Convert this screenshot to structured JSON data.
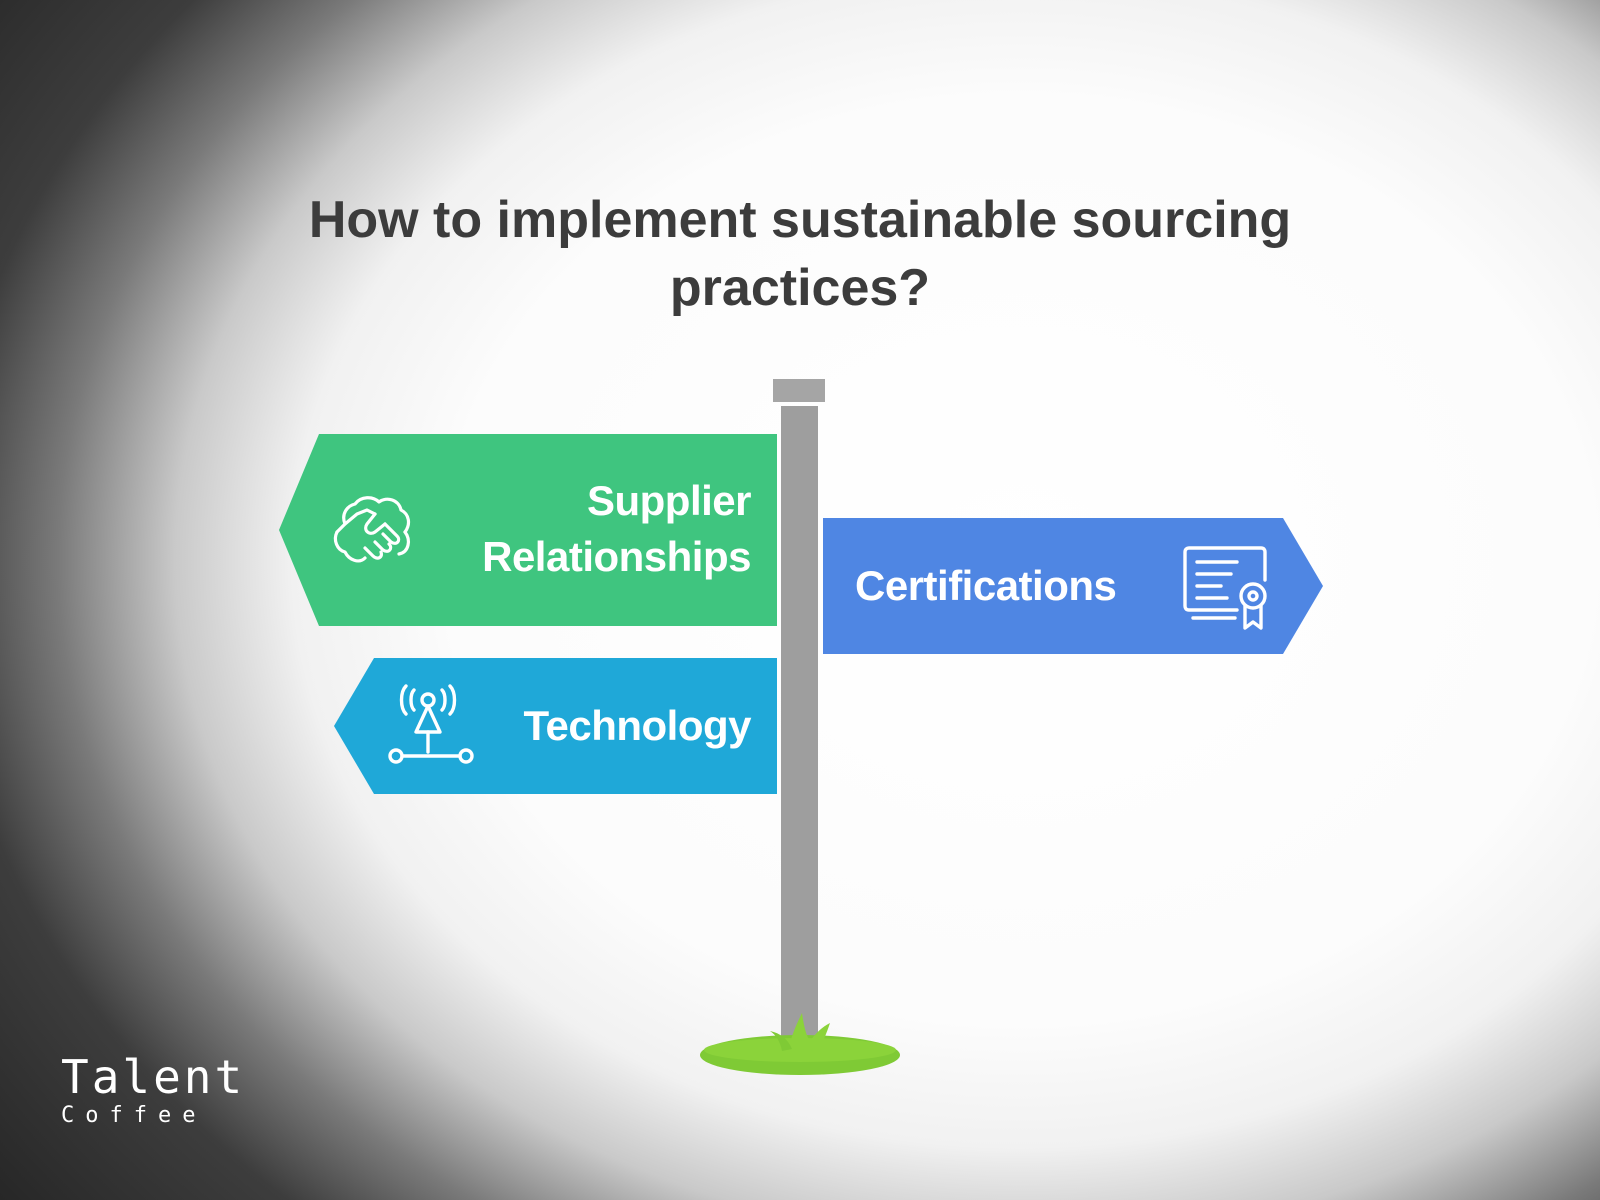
{
  "title": {
    "line1": "How to implement sustainable sourcing",
    "line2": "practices?"
  },
  "signs": [
    {
      "id": "supplier",
      "label_lines": [
        "Supplier",
        "Relationships"
      ],
      "icon": "handshake-icon",
      "direction": "left",
      "color": "#3fc57f"
    },
    {
      "id": "certifications",
      "label": "Certifications",
      "icon": "certificate-icon",
      "direction": "right",
      "color": "#4f86e3"
    },
    {
      "id": "technology",
      "label": "Technology",
      "icon": "antenna-network-icon",
      "direction": "left",
      "color": "#1fa8d8"
    }
  ],
  "pole_color": "#9e9e9e",
  "grass_color": "#8bd33a",
  "logo": {
    "line1": "Talent",
    "line2": "Coffee"
  }
}
